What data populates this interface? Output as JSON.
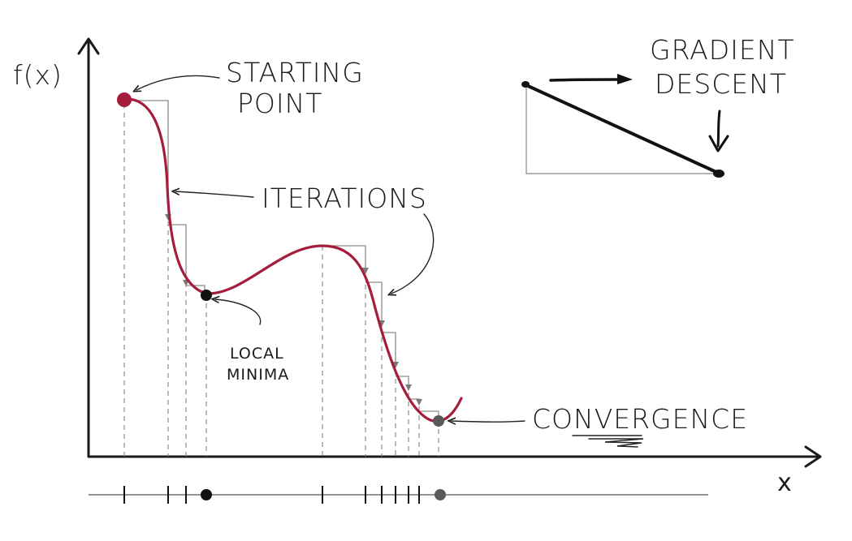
{
  "labels": {
    "y_axis": "f(x)",
    "x_axis": "x",
    "starting_point": [
      "STARTING",
      "POINT"
    ],
    "iterations": "ITERATIONS",
    "local_minima": [
      "LOCAL",
      "MINIMA"
    ],
    "convergence": "CONVERGENCE",
    "gradient_descent": [
      "GRADIENT",
      "DESCENT"
    ]
  },
  "colors": {
    "curve": "#a51d3c",
    "start_point": "#a51d3c",
    "local_min_point": "#111111",
    "convergence_point": "#5a5a5a",
    "ink": "#1a1a1a"
  }
}
